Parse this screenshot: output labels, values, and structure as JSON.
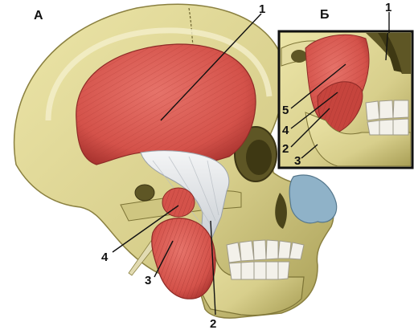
{
  "figure": {
    "panel_a_letter": "А",
    "panel_b_letter": "Б",
    "panel_a_labels": {
      "temporalis": "1",
      "masseter_deep": "4",
      "masseter_superficial": "3",
      "coronoid": "2"
    },
    "panel_b_labels": {
      "temporalis": "1",
      "label_5": "5",
      "label_4": "4",
      "label_2": "2",
      "label_3": "3"
    }
  },
  "colors": {
    "bone": "#d8cf8c",
    "bone_shadow": "#a89e55",
    "muscle": "#d4524a",
    "muscle_dark": "#a4302c",
    "tendon": "#e9ecef",
    "teeth": "#f3f1ea",
    "cartilage": "#8fb2c8",
    "inset_border": "#111111"
  }
}
